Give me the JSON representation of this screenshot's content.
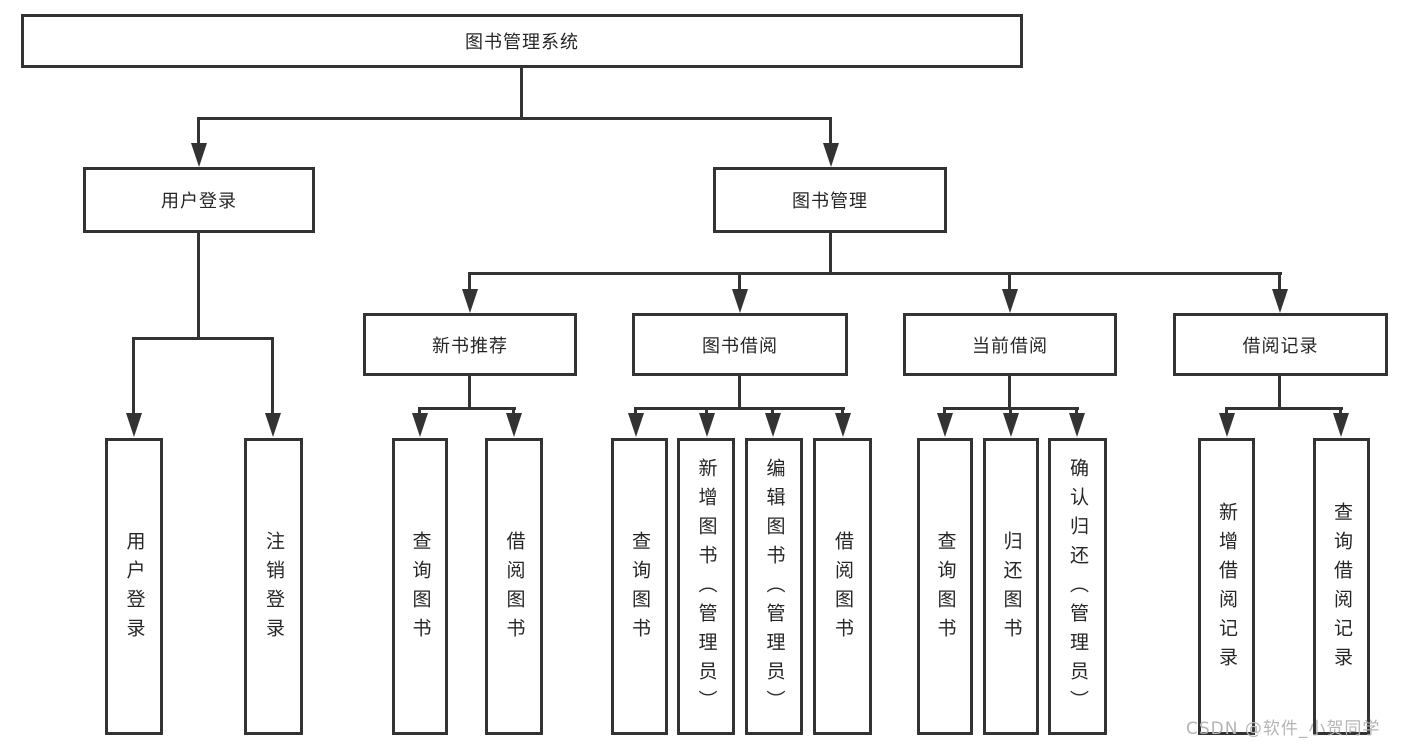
{
  "diagram": {
    "kind": "functional-structure-tree",
    "title": "图书管理系统"
  },
  "tree": {
    "label": "图书管理系统",
    "children": [
      {
        "label": "用户登录",
        "children": [
          {
            "label": "用户登录"
          },
          {
            "label": "注销登录"
          }
        ]
      },
      {
        "label": "图书管理",
        "children": [
          {
            "label": "新书推荐",
            "children": [
              {
                "label": "查询图书"
              },
              {
                "label": "借阅图书"
              }
            ]
          },
          {
            "label": "图书借阅",
            "children": [
              {
                "label": "查询图书"
              },
              {
                "label": "新增图书（管理员）"
              },
              {
                "label": "编辑图书（管理员）"
              },
              {
                "label": "借阅图书"
              }
            ]
          },
          {
            "label": "当前借阅",
            "children": [
              {
                "label": "查询图书"
              },
              {
                "label": "归还图书"
              },
              {
                "label": "确认归还（管理员）"
              }
            ]
          },
          {
            "label": "借阅记录",
            "children": [
              {
                "label": "新增借阅记录"
              },
              {
                "label": "查询借阅记录"
              }
            ]
          }
        ]
      }
    ]
  },
  "watermark": {
    "text": "CSDN @软件_小贺同学"
  },
  "colors": {
    "background": "#ffffff",
    "box_border": "#333333",
    "line": "#333333",
    "text": "#262626",
    "watermark": "#b5b5b5"
  }
}
